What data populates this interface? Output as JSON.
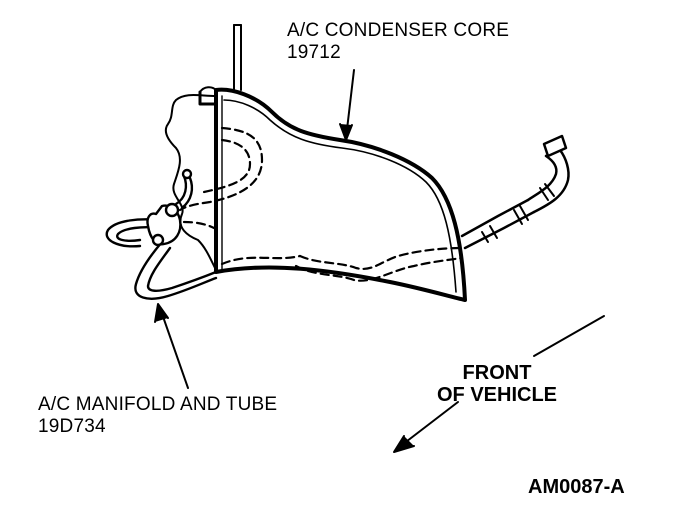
{
  "diagram": {
    "condenser_label": {
      "name": "A/C CONDENSER CORE",
      "part_number": "19712"
    },
    "manifold_label": {
      "name": "A/C MANIFOLD AND TUBE",
      "part_number": "19D734"
    },
    "direction_label": {
      "line1": "FRONT",
      "line2": "OF VEHICLE"
    },
    "figure_id": "AM0087-A"
  },
  "colors": {
    "ink": "#000000",
    "background": "#ffffff"
  }
}
